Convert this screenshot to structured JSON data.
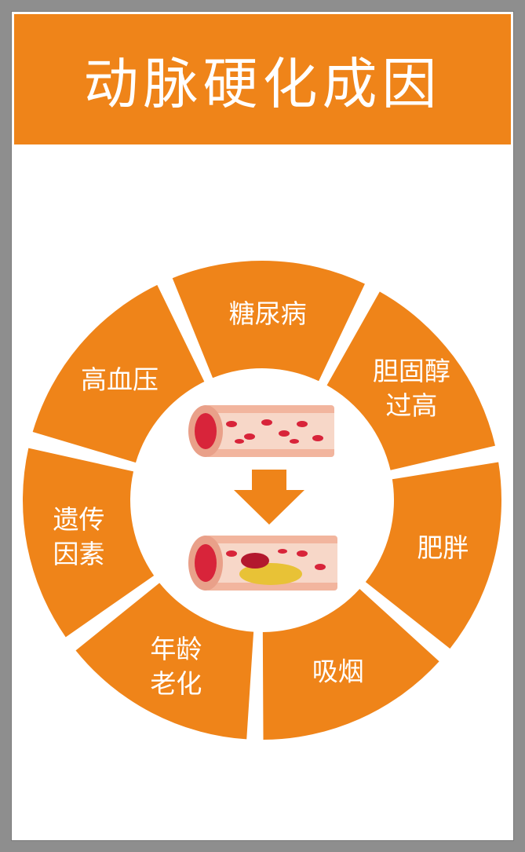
{
  "title": "动脉硬化成因",
  "colors": {
    "orange": "#ef8419",
    "vessel_wall": "#f2b59e",
    "vessel_inner": "#f7d7c8",
    "blood_cell": "#d8243a",
    "plaque": "#e8c236"
  },
  "segments": [
    {
      "id": "diabetes",
      "lines": [
        "糖尿病"
      ]
    },
    {
      "id": "high-cholesterol",
      "lines": [
        "胆固醇",
        "过高"
      ]
    },
    {
      "id": "obesity",
      "lines": [
        "肥胖"
      ]
    },
    {
      "id": "smoking",
      "lines": [
        "吸烟"
      ]
    },
    {
      "id": "aging",
      "lines": [
        "年龄",
        "老化"
      ]
    },
    {
      "id": "genetics",
      "lines": [
        "遗传",
        "因素"
      ]
    },
    {
      "id": "hypertension",
      "lines": [
        "高血压"
      ]
    }
  ],
  "center": {
    "top_image": "healthy-artery",
    "arrow": "down-arrow",
    "bottom_image": "clogged-artery"
  }
}
